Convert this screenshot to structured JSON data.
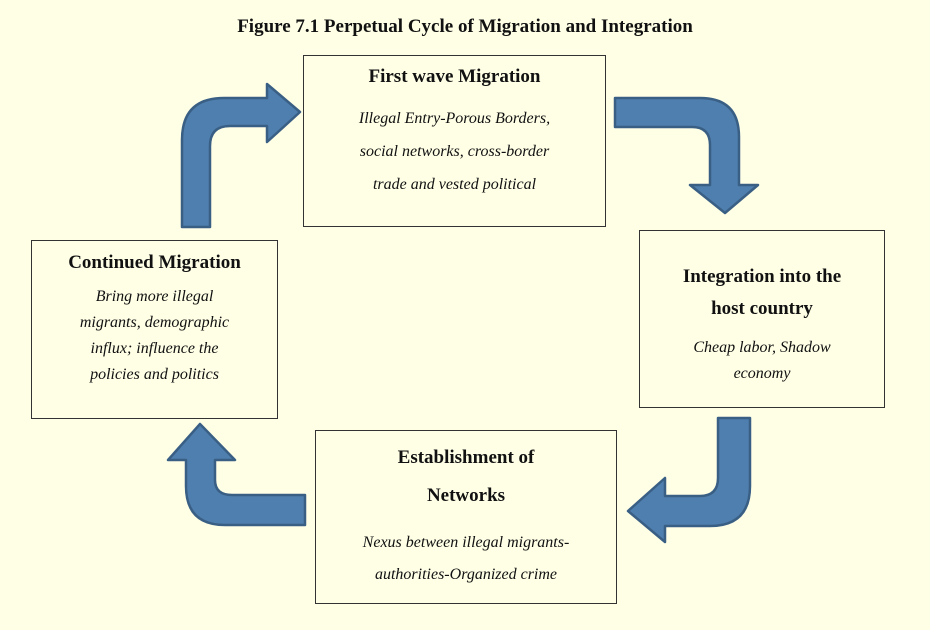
{
  "title": "Figure 7.1 Perpetual Cycle of Migration and Integration",
  "colors": {
    "background": "#FFFFE6",
    "arrow_fill": "#4F7FAE",
    "arrow_stroke": "#3A5F85"
  },
  "boxes": {
    "first_wave": {
      "heading": "First wave Migration",
      "lines": [
        "Illegal Entry-Porous Borders,",
        "social networks, cross-border",
        "trade and vested political"
      ]
    },
    "integration": {
      "heading_lines": [
        "Integration into the",
        "host country"
      ],
      "lines": [
        "Cheap labor, Shadow",
        "economy"
      ]
    },
    "networks": {
      "heading_lines": [
        "Establishment of",
        "Networks"
      ],
      "lines": [
        "Nexus between illegal migrants-",
        "authorities-Organized crime"
      ]
    },
    "continued": {
      "heading": "Continued Migration",
      "lines": [
        "Bring more illegal",
        "migrants, demographic",
        "influx; influence the",
        "policies and politics"
      ]
    }
  }
}
